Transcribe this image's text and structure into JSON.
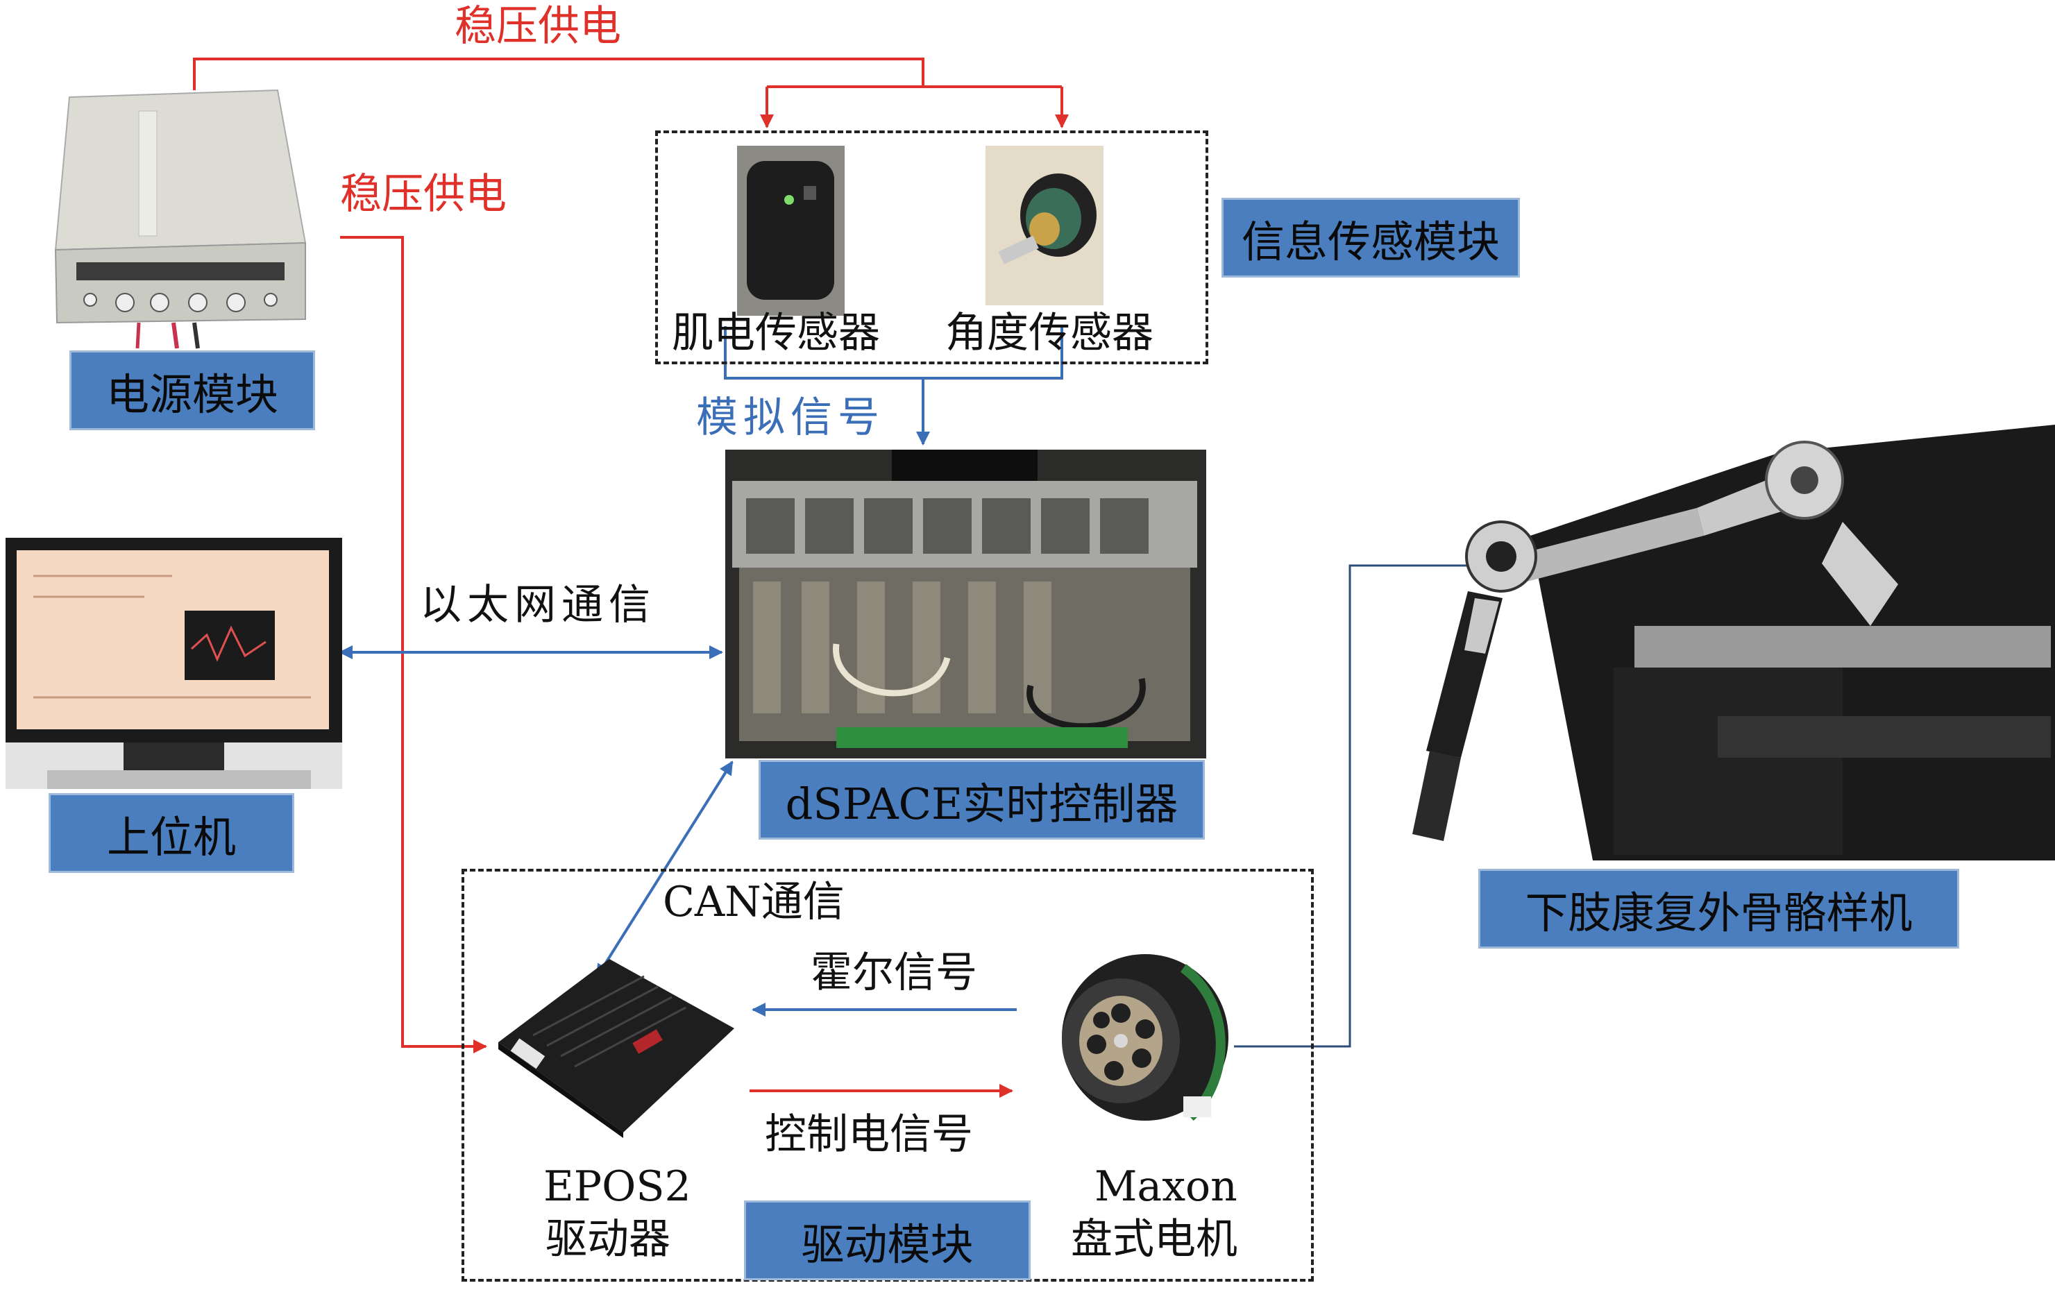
{
  "labels": {
    "power_top": "稳压供电",
    "power_side": "稳压供电",
    "analog_signal": "模拟信号",
    "ethernet": "以太网通信",
    "can": "CAN通信",
    "hall": "霍尔信号",
    "control_signal": "控制电信号"
  },
  "devices": {
    "emg_sensor": "肌电传感器",
    "angle_sensor": "角度传感器",
    "epos2_line1": "EPOS2",
    "epos2_line2": "驱动器",
    "maxon_line1": "Maxon",
    "maxon_line2": "盘式电机"
  },
  "modules": {
    "power": "电源模块",
    "sensing": "信息传感模块",
    "host": "上位机",
    "dspace": "dSPACE实时控制器",
    "drive": "驱动模块",
    "exoskeleton": "下肢康复外骨骼样机"
  },
  "colors": {
    "power_line": "#e0302a",
    "signal_line": "#3a6fb8",
    "module_box": "#4a7ebf"
  }
}
